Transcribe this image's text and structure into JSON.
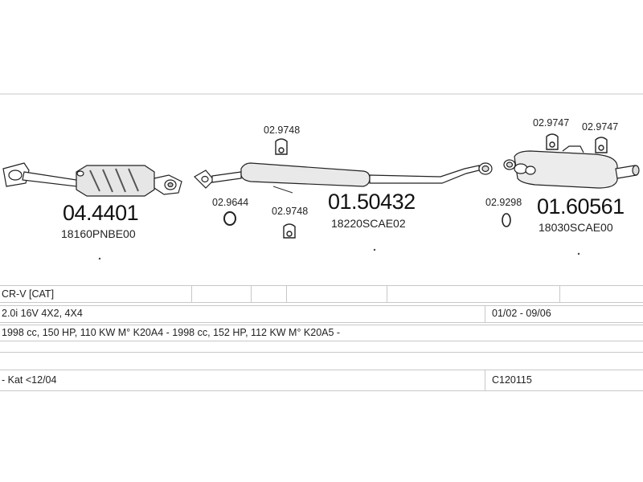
{
  "parts": {
    "p1": {
      "number": "04.4401",
      "oem": "18160PNBE00"
    },
    "p2": {
      "number": "01.50432",
      "oem": "18220SCAE02"
    },
    "p3": {
      "number": "01.60561",
      "oem": "18030SCAE00"
    },
    "hangers": {
      "h1": "02.9748",
      "h2": "02.9644",
      "h3": "02.9748",
      "h4": "02.9747",
      "h5": "02.9747",
      "h6": "02.9298"
    }
  },
  "vehicle": {
    "model": "CR-V  [CAT]",
    "engine": "2.0i 16V 4X2, 4X4",
    "years": "01/02 - 09/06",
    "specs": "1998 cc, 150 HP, 110 KW M° K20A4 - 1998 cc, 152 HP, 112 KW M° K20A5 -",
    "note": "- Kat <12/04",
    "code": "C120115"
  }
}
